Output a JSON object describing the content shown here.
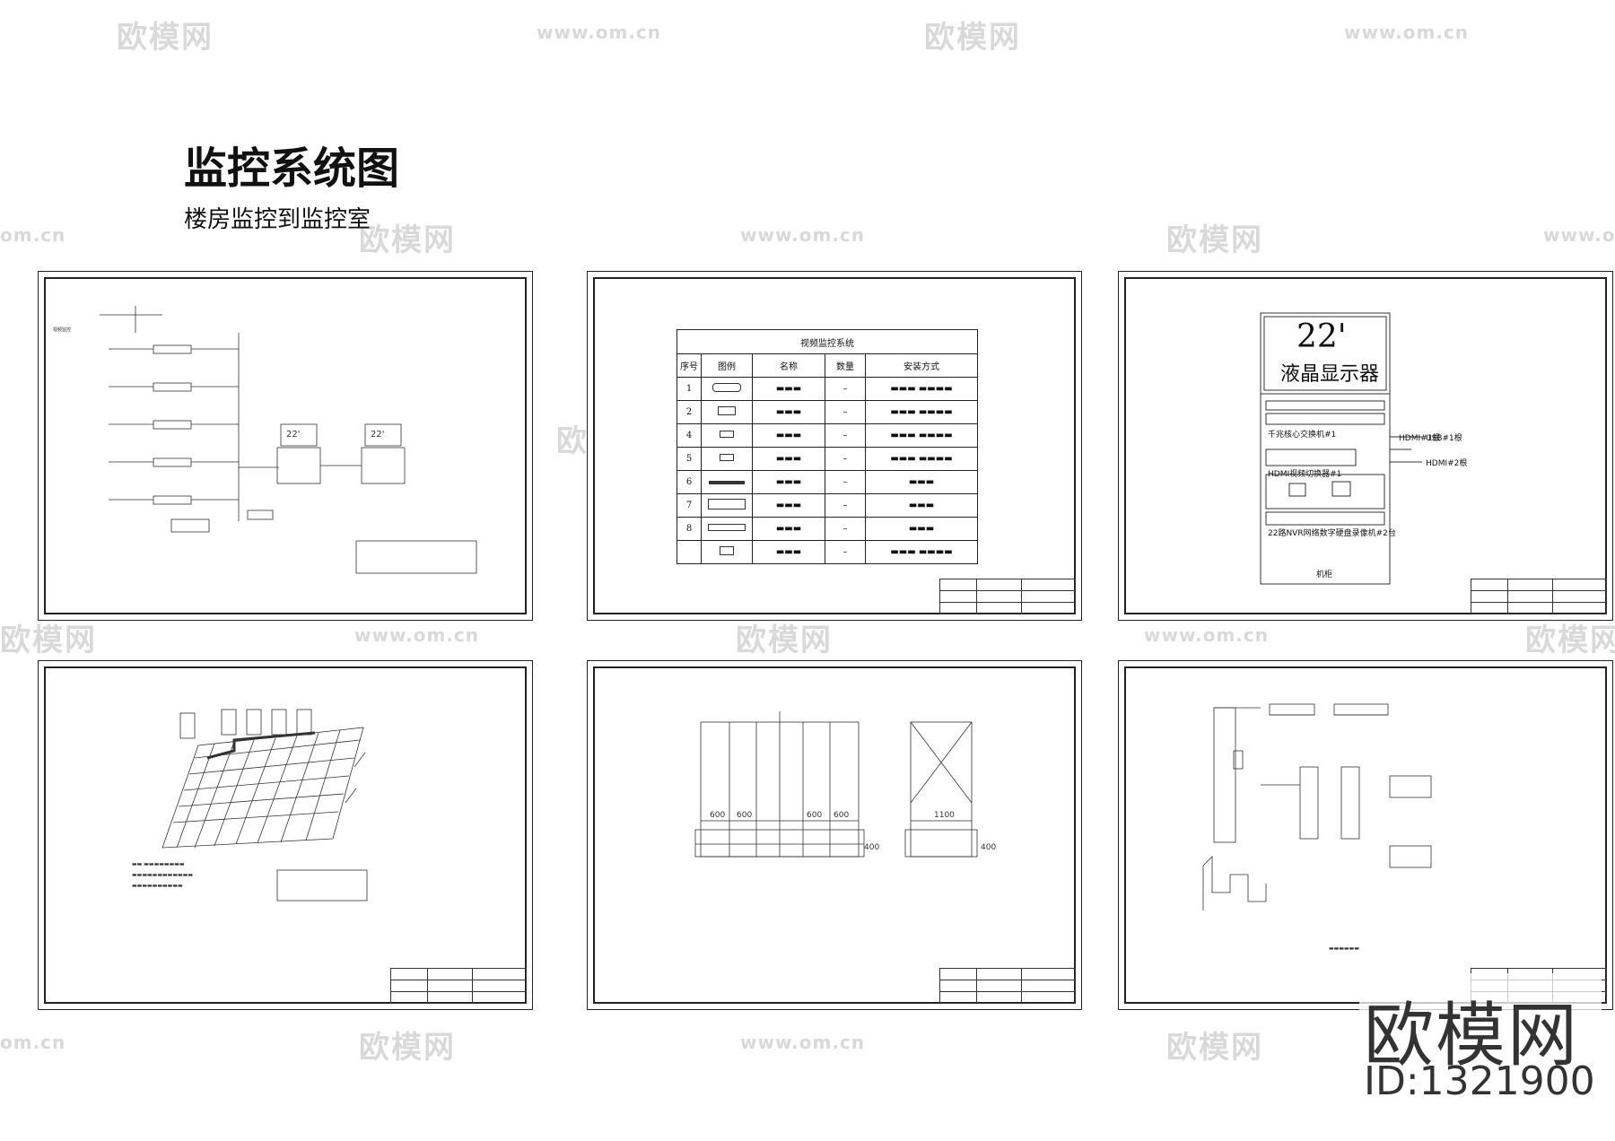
{
  "title": "监控系统图",
  "subtitle": "楼房监控到监控室",
  "watermark": {
    "brand": "欧模网",
    "url": "www.om.cn",
    "url_short": "om.cn"
  },
  "logo": {
    "name": "欧模网",
    "id": "ID:1321900"
  },
  "sheets": {
    "table": {
      "caption": "视频监控系统",
      "headers": [
        "序号",
        "图例",
        "名称",
        "数量",
        "安装方式"
      ],
      "rows": [
        {
          "no": "1"
        },
        {
          "no": "2"
        },
        {
          "no": "4"
        },
        {
          "no": "5"
        },
        {
          "no": "6"
        },
        {
          "no": "7"
        },
        {
          "no": "8"
        },
        {
          "no": ""
        }
      ]
    },
    "cabinet": {
      "monitor_size": "22'",
      "monitor_label": "液晶显示器",
      "labels": [
        "千兆核心交换机#1",
        "HDMI视频切换器#1",
        "22路NVR网络数字硬盘录像机#2台",
        "HDMI#1根",
        "USB#1根",
        "HDMI#2根"
      ],
      "caption": "机柜"
    },
    "elevation": {
      "dims": [
        "600",
        "600",
        "600",
        "600",
        "1100",
        "400",
        "400"
      ]
    }
  },
  "colors": {
    "line": "#222222",
    "watermark": "#d9d9d9"
  }
}
